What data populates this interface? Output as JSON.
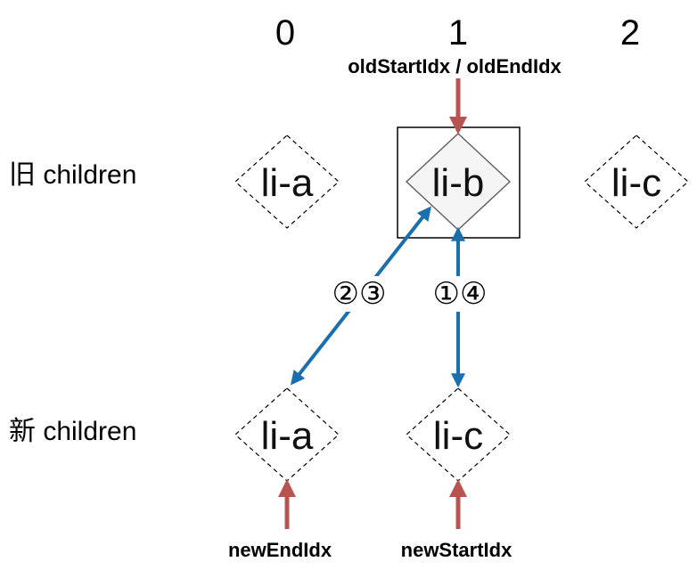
{
  "indices": [
    "0",
    "1",
    "2"
  ],
  "pointers": {
    "old_start_end": "oldStartIdx / oldEndIdx",
    "new_end": "newEndIdx",
    "new_start": "newStartIdx"
  },
  "rows": {
    "old": "旧 children",
    "new": "新 children"
  },
  "old_children": [
    "li-a",
    "li-b",
    "li-c"
  ],
  "new_children": [
    "li-a",
    "li-c"
  ],
  "steps": {
    "diagonal": "②③",
    "vertical": "①④"
  },
  "colors": {
    "pointer_arrow": "#b85450",
    "link_arrow": "#1b6fad",
    "highlight_fill": "#f5f5f5"
  }
}
